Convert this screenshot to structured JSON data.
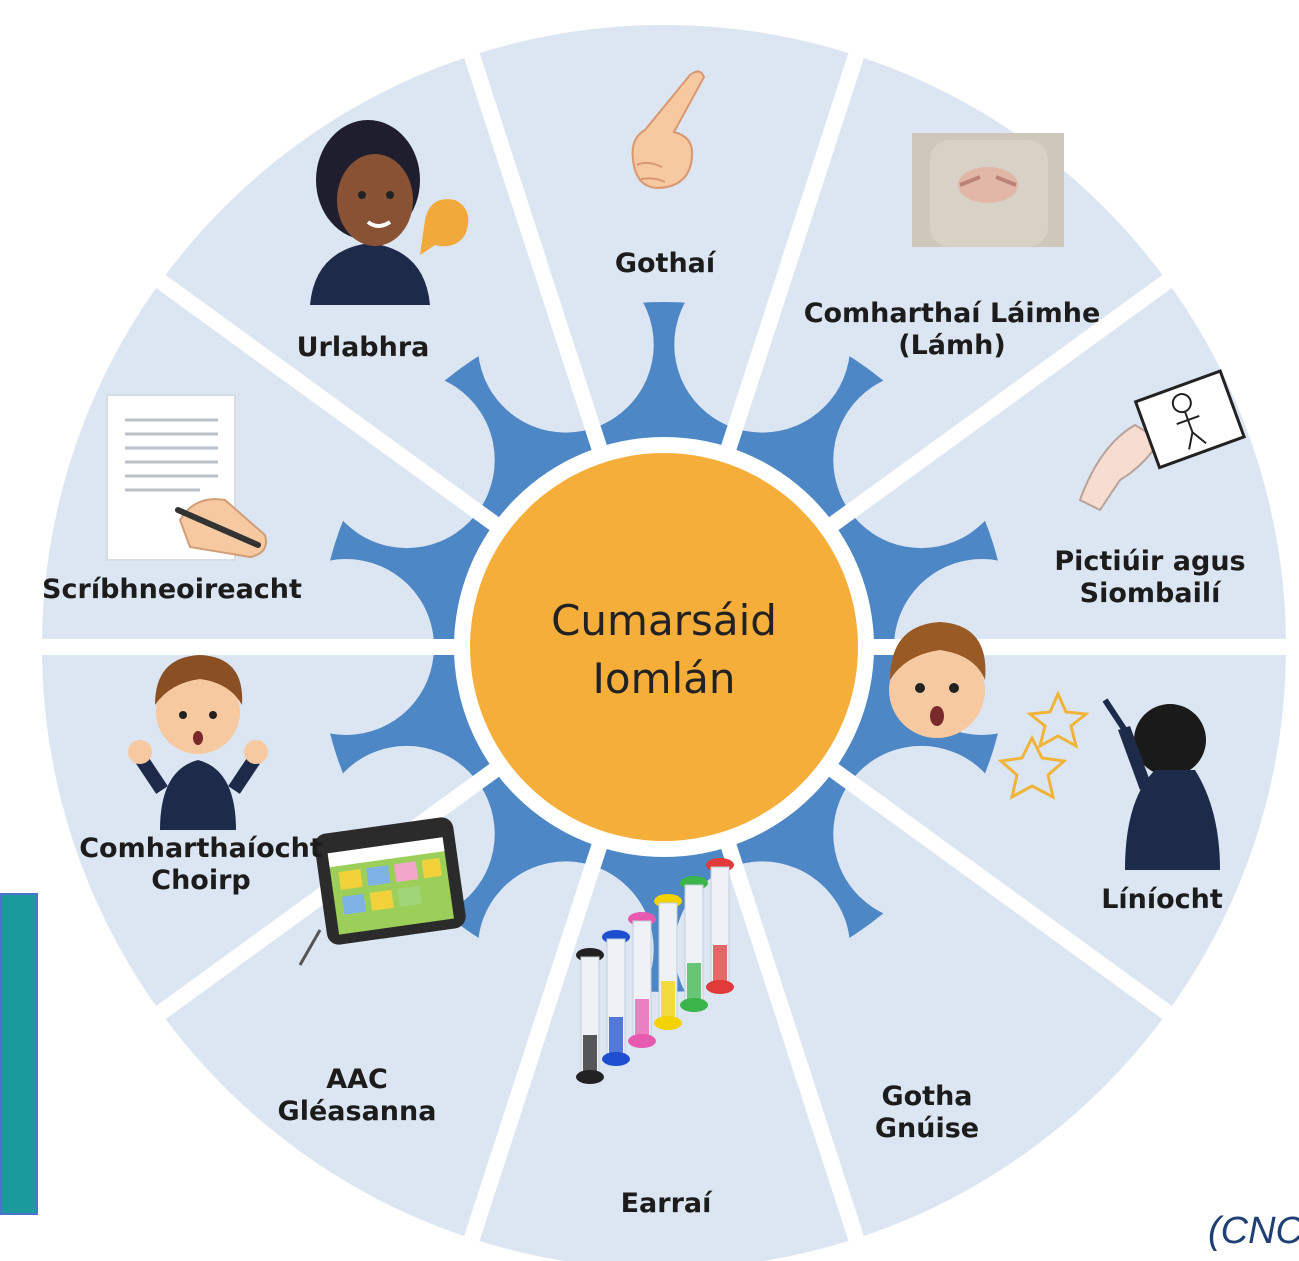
{
  "center": {
    "line1": "Cumarsáid",
    "line2": "Iomlán"
  },
  "segments": [
    {
      "id": "gothai",
      "lines": [
        "Gothaí"
      ],
      "icon": "pointing-hand-icon"
    },
    {
      "id": "comharthai",
      "lines": [
        "Comharthaí Láimhe",
        "(Lámh)"
      ],
      "icon": "hand-sign-photo"
    },
    {
      "id": "pictiuir",
      "lines": [
        "Pictiúir agus",
        "Siombailí"
      ],
      "icon": "picture-card-icon"
    },
    {
      "id": "liniocht",
      "lines": [
        "Líníocht"
      ],
      "icon": "child-drawing-icon"
    },
    {
      "id": "gotha",
      "lines": [
        "Gotha",
        "Gnúise"
      ],
      "icon": "surprised-boy-icon"
    },
    {
      "id": "earrai",
      "lines": [
        "Earraí"
      ],
      "icon": "sand-timers-icon"
    },
    {
      "id": "aac",
      "lines": [
        "AAC",
        "Gléasanna"
      ],
      "icon": "aac-device-icon"
    },
    {
      "id": "comharthaiocht",
      "lines": [
        "Comharthaíocht",
        "Choirp"
      ],
      "icon": "boy-hands-up-icon"
    },
    {
      "id": "scribh",
      "lines": [
        "Scríbhneoireacht"
      ],
      "icon": "writing-paper-icon"
    },
    {
      "id": "urlabhra",
      "lines": [
        "Urlabhra"
      ],
      "icon": "speaking-woman-icon"
    }
  ],
  "citation": "(CNC",
  "colors": {
    "segment": "#dce6f2",
    "inner_ring": "#4e87c5",
    "center": "#f5ae3a",
    "teal_box": "#1b9a9c"
  }
}
